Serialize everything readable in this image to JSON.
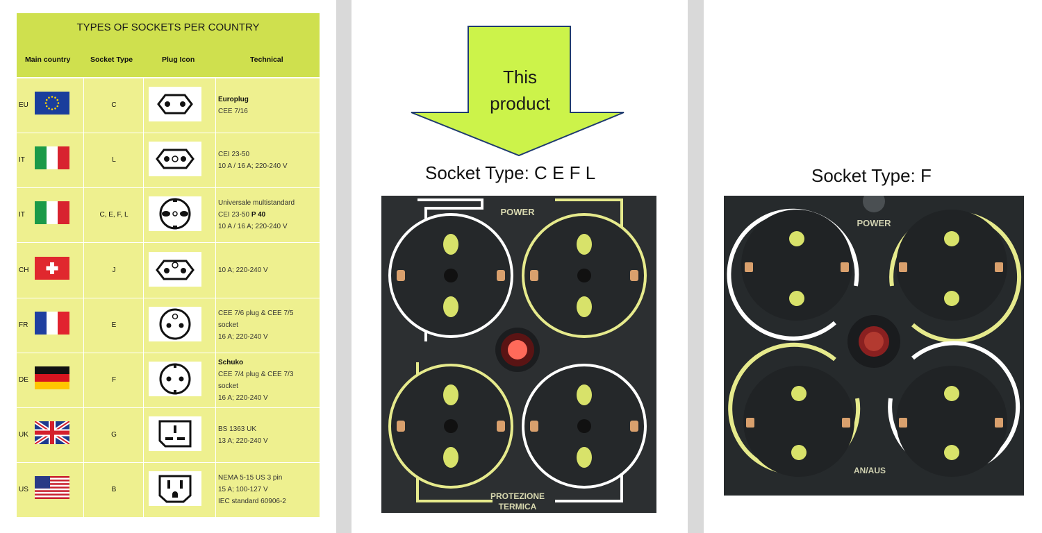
{
  "table": {
    "title": "TYPES OF SOCKETS PER COUNTRY",
    "headers": [
      "Main country",
      "Socket Type",
      "Plug Icon",
      "Technical"
    ],
    "rows": [
      {
        "country": "EU",
        "flag": "eu-flag",
        "socket": "C",
        "plug": "europlug-icon",
        "tech_bold": "Europlug",
        "tech": [
          "CEE 7/16"
        ]
      },
      {
        "country": "IT",
        "flag": "italy-flag",
        "socket": "L",
        "plug": "type-l-plug-icon",
        "tech_bold": "",
        "tech": [
          "CEI 23-50",
          "10 A / 16 A; 220-240 V"
        ]
      },
      {
        "country": "IT",
        "flag": "italy-flag",
        "socket": "C, E, F, L",
        "plug": "universal-plug-icon",
        "tech_bold": "",
        "tech": [
          "Universale multistandard",
          "CEI 23-50 ",
          "10 A / 16 A; 220-240 V"
        ],
        "tech_inline_bold": "P 40"
      },
      {
        "country": "CH",
        "flag": "swiss-flag",
        "socket": "J",
        "plug": "type-j-plug-icon",
        "tech_bold": "",
        "tech": [
          "10 A; 220-240 V"
        ]
      },
      {
        "country": "FR",
        "flag": "france-flag",
        "socket": "E",
        "plug": "type-e-plug-icon",
        "tech_bold": "",
        "tech": [
          "CEE 7/6 plug & CEE 7/5",
          "socket",
          "16 A; 220-240 V"
        ]
      },
      {
        "country": "DE",
        "flag": "germany-flag",
        "socket": "F",
        "plug": "schuko-plug-icon",
        "tech_bold": "Schuko",
        "tech": [
          "CEE 7/4 plug & CEE 7/3",
          "socket",
          "16 A; 220-240 V"
        ]
      },
      {
        "country": "UK",
        "flag": "uk-flag",
        "socket": "G",
        "plug": "type-g-plug-icon",
        "tech_bold": "",
        "tech": [
          "BS 1363 UK",
          "13 A; 220-240 V"
        ]
      },
      {
        "country": "US",
        "flag": "usa-flag",
        "socket": "B",
        "plug": "type-b-plug-icon",
        "tech_bold": "",
        "tech": [
          "NEMA 5-15 US 3 pin",
          "15 A; 100-127 V",
          "IEC standard 60906-2"
        ]
      }
    ]
  },
  "middle": {
    "arrow_line1": "This",
    "arrow_line2": "product",
    "socket_label": "Socket Type: C  E  F  L",
    "photo_top_label": "POWER",
    "photo_bottom_label1": "PROTEZIONE",
    "photo_bottom_label2": "TERMICA"
  },
  "right": {
    "socket_label": "Socket Type: F",
    "photo_top_label": "POWER",
    "photo_bottom_label": "AN/AUS"
  },
  "colors": {
    "table_bg": "#eef08f",
    "header_bg": "#cfe04e",
    "arrow_fill": "#ccf34a",
    "strip_body": "#2c2f31",
    "accent_yellow": "#e6ea8c",
    "pin_hole": "#d8e26a",
    "indicator": "#ff6a5a"
  }
}
